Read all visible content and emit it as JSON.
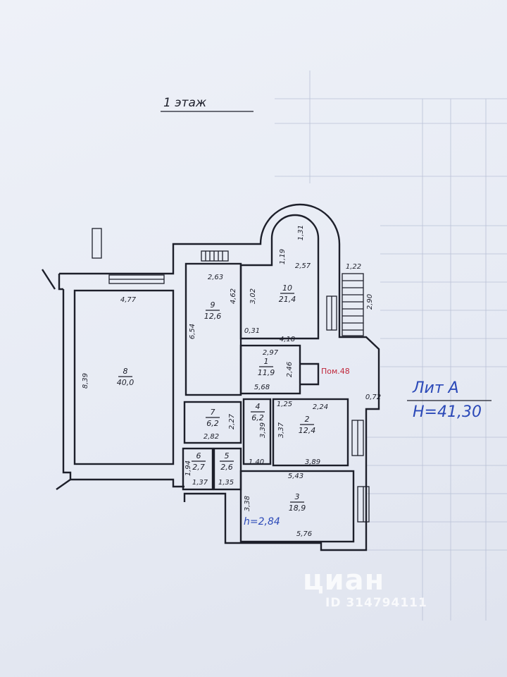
{
  "floor_title": "1 этаж",
  "lit": "Лит А",
  "height_total": "H=41,30",
  "height_room": "h=2,84",
  "premise_label": "Пом.48",
  "watermark": {
    "brand": "циан",
    "id": "ID 314794111"
  },
  "rooms": [
    {
      "num": "1",
      "area": "11,9"
    },
    {
      "num": "2",
      "area": "12,4"
    },
    {
      "num": "3",
      "area": "18,9"
    },
    {
      "num": "4",
      "area": "6,2"
    },
    {
      "num": "5",
      "area": "2,6"
    },
    {
      "num": "6",
      "area": "2,7"
    },
    {
      "num": "7",
      "area": "6,2"
    },
    {
      "num": "8",
      "area": "40,0"
    },
    {
      "num": "9",
      "area": "12,6"
    },
    {
      "num": "10",
      "area": "21,4"
    }
  ],
  "dimensions": [
    "4,77",
    "8,39",
    "6,54",
    "2,63",
    "4,62",
    "3,02",
    "1,19",
    "1,31",
    "2,57",
    "1,22",
    "2,90",
    "0,31",
    "4,18",
    "2,97",
    "2,46",
    "5,68",
    "1,25",
    "2,24",
    "0,72",
    "2,27",
    "2,82",
    "3,39",
    "3,37",
    "1,40",
    "3,89",
    "1,94",
    "1,37",
    "1,35",
    "5,43",
    "3,38",
    "5,76"
  ],
  "colors": {
    "ink": "#1d1f2a",
    "blue": "#2b49b8",
    "red": "#c0283c",
    "paper": "#e9ecf5"
  }
}
